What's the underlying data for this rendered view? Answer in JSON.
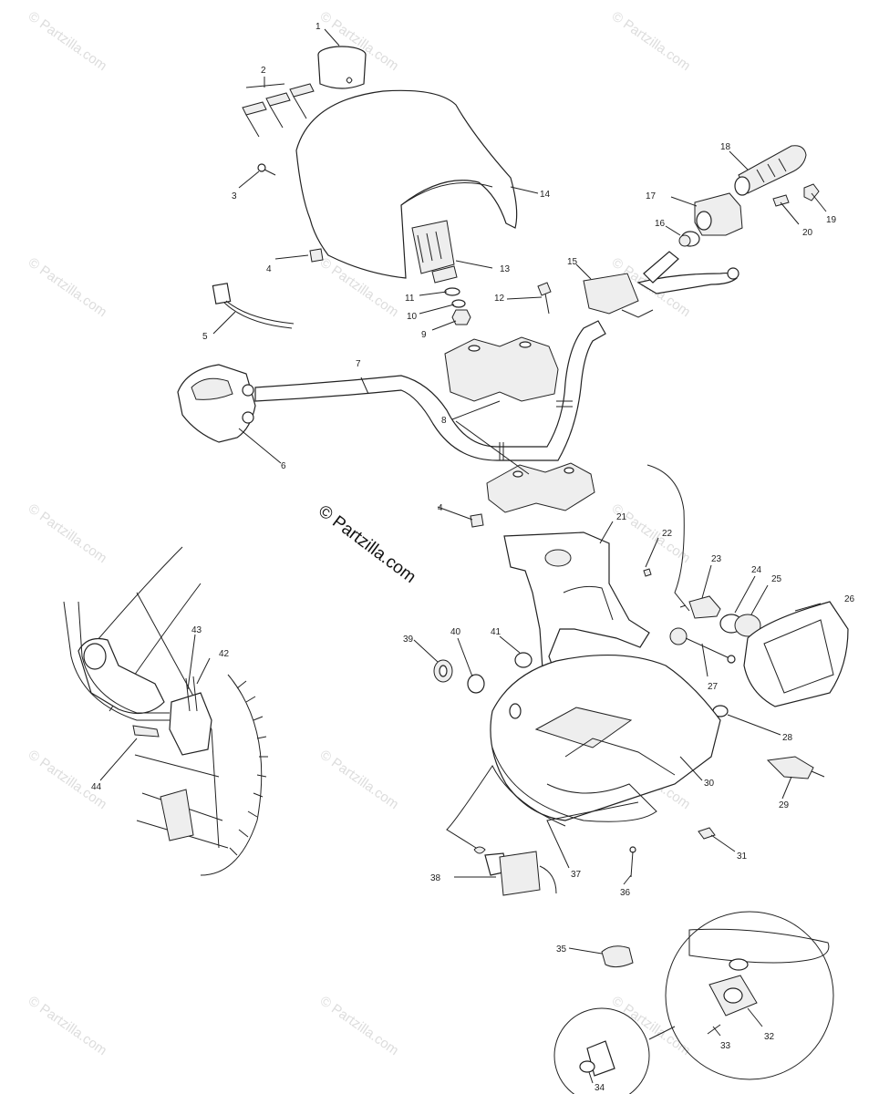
{
  "copyright": "© Partzilla.com",
  "watermark": "© Partzilla.com",
  "labels": [
    "1",
    "2",
    "3",
    "4",
    "5",
    "6",
    "7",
    "8",
    "9",
    "10",
    "11",
    "12",
    "13",
    "14",
    "15",
    "16",
    "17",
    "18",
    "19",
    "20",
    "21",
    "22",
    "23",
    "24",
    "25",
    "26",
    "27",
    "28",
    "29",
    "30",
    "31",
    "32",
    "33",
    "34",
    "35",
    "36",
    "37",
    "38",
    "39",
    "40",
    "41",
    "42",
    "43",
    "44",
    "4"
  ]
}
